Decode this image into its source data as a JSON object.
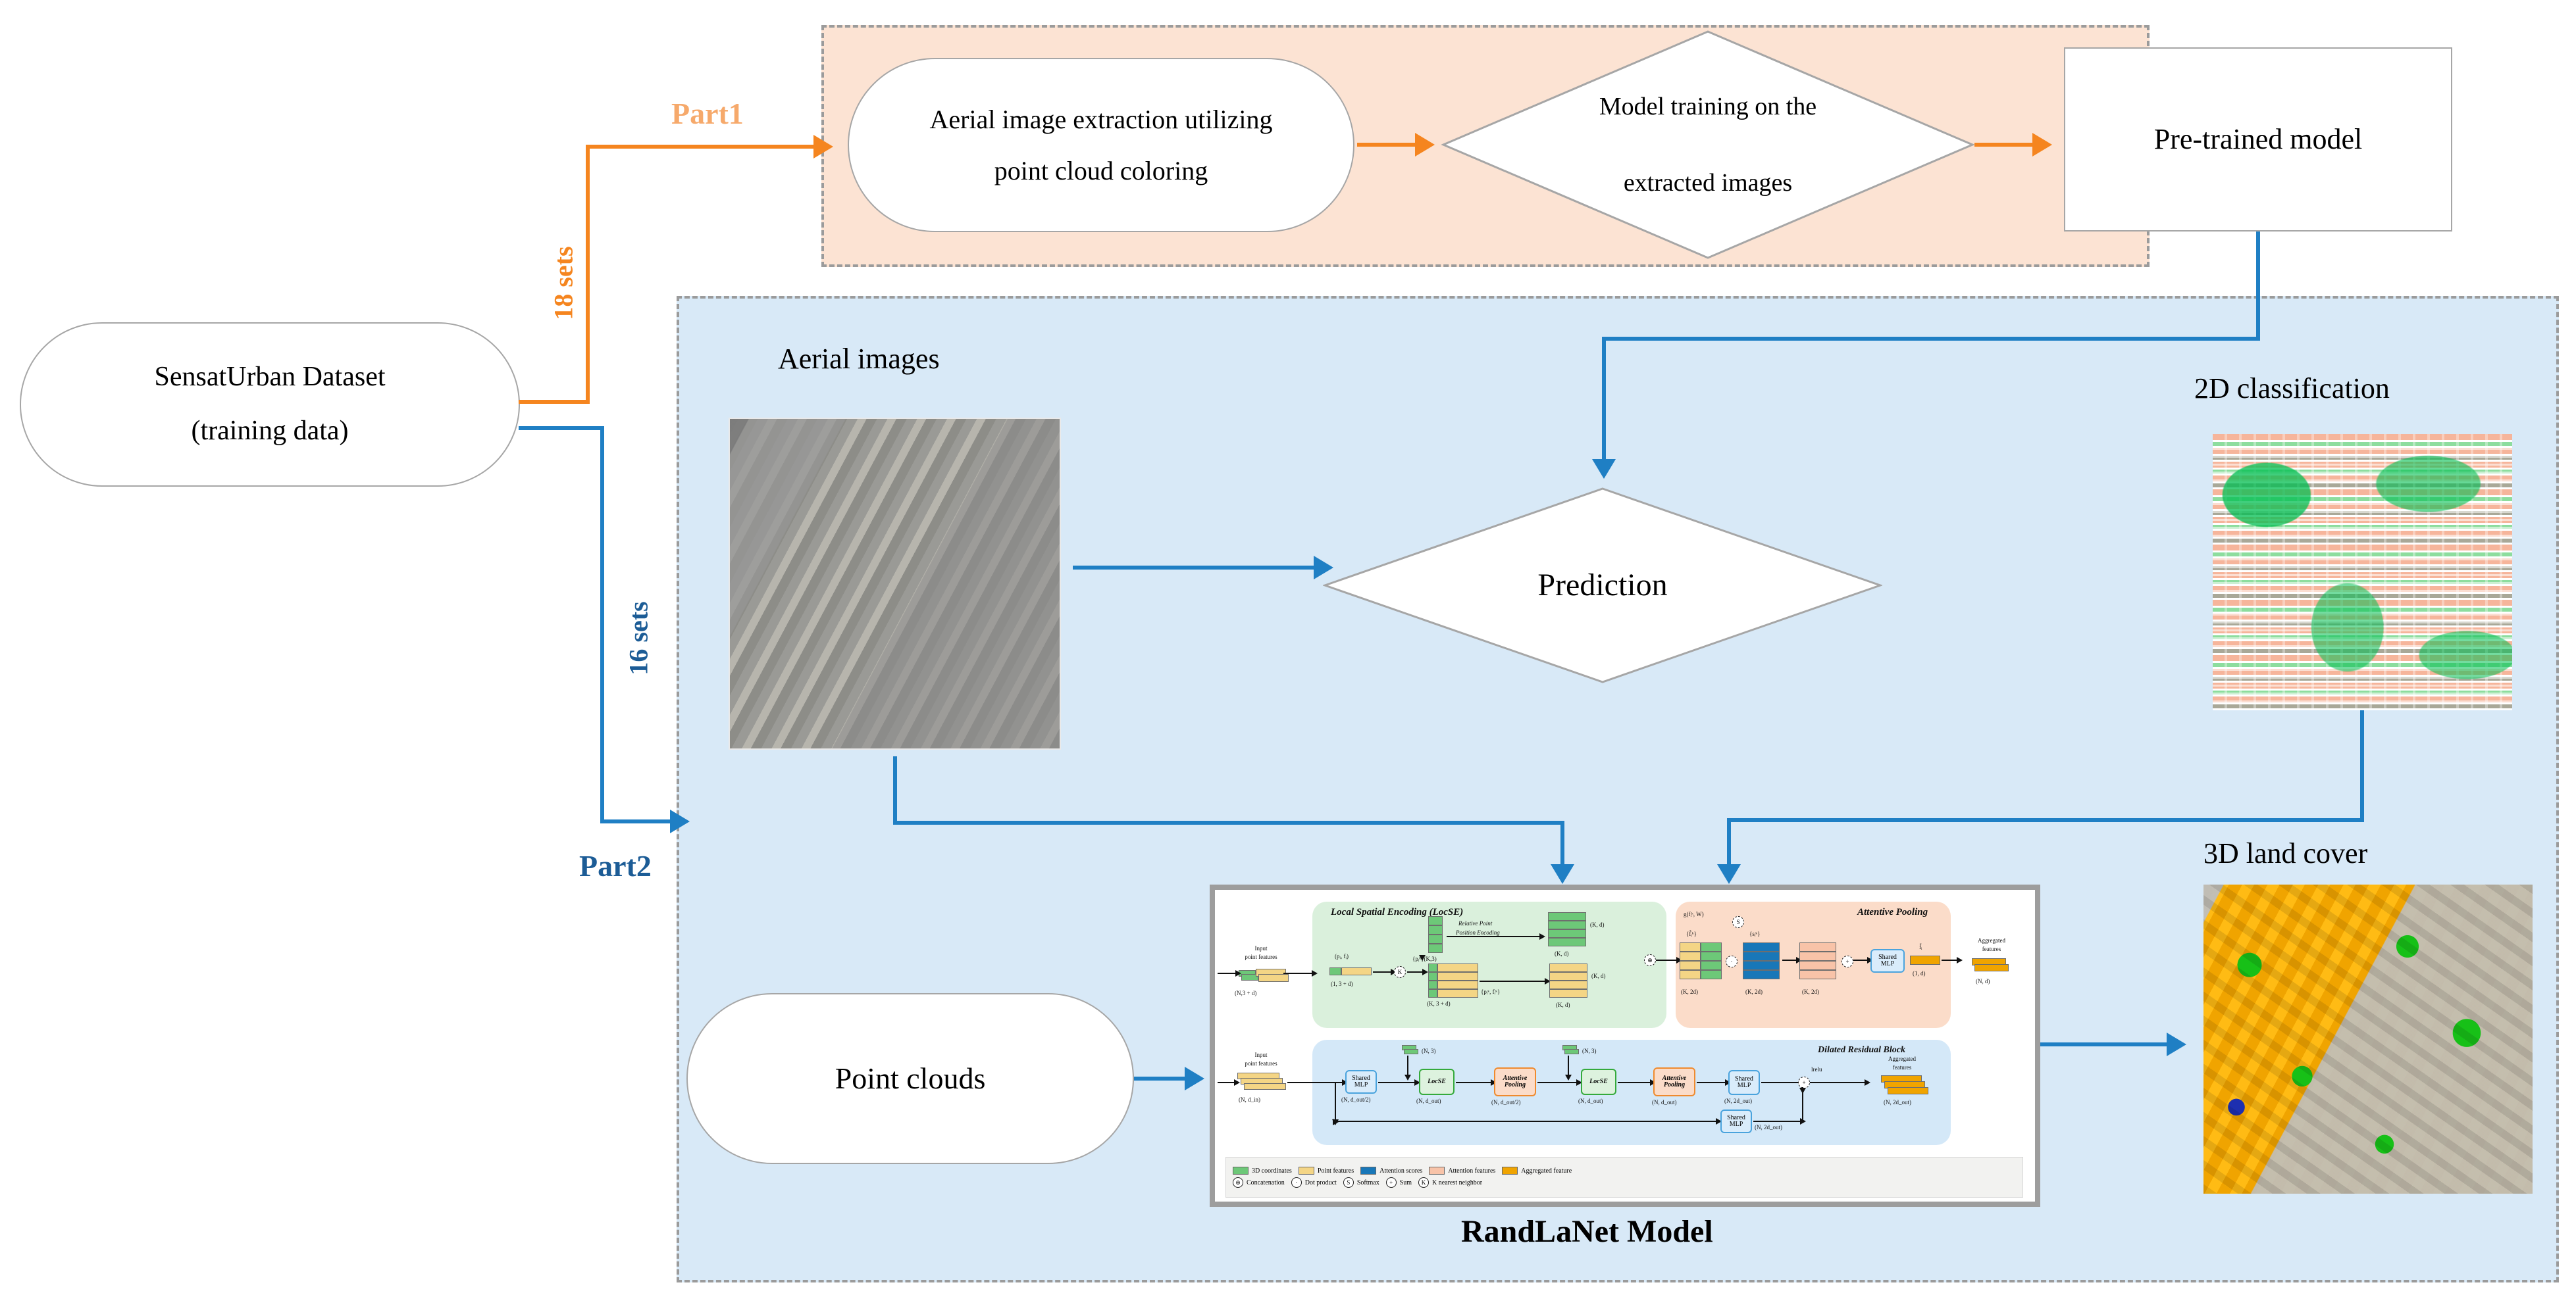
{
  "regions": {
    "part1": {
      "label": "Part1",
      "branch_label": "18 sets"
    },
    "part2": {
      "label": "Part2",
      "branch_label": "16 sets",
      "footer_title": "RandLaNet Model"
    }
  },
  "nodes": {
    "dataset": {
      "line1": "SensatUrban Dataset",
      "line2": "(training data)"
    },
    "extraction": {
      "line1": "Aerial image extraction utilizing",
      "line2": "point cloud coloring"
    },
    "training": {
      "line1": "Model training on the",
      "line2": "extracted images"
    },
    "pretrained": {
      "label": "Pre-trained model"
    },
    "prediction": {
      "label": "Prediction"
    },
    "pointclouds": {
      "label": "Point clouds"
    }
  },
  "media": {
    "aerial_images_title": "Aerial images",
    "classification_title": "2D classification",
    "landcover_title": "3D land cover"
  },
  "randlanet": {
    "locse_title": "Local Spatial Encoding (LocSE)",
    "attentive_title": "Attentive Pooling",
    "drb_title": "Dilated Residual Block",
    "input_label_line1": "Input",
    "input_label_line2": "point features",
    "aggregated_label_line1": "Aggregated",
    "aggregated_label_line2": "features",
    "relative_point_line1": "Relative Point",
    "relative_point_line2": "Position Encoding",
    "shared_mlp": "Shared\nMLP",
    "locse_box": "LocSE",
    "attentive_box": "Attentive\nPooling",
    "dims": {
      "input_top": "(N,3 + d)",
      "point_pair": "(pᵢ, fᵢ)",
      "tuple_1_3d": "(1, 3 + d)",
      "k3": "{pᵢᵏ}(K,3)",
      "k3d": "(K, 3 + d)",
      "kd_right": "(K, d)",
      "k_d_top": "(K, d)",
      "pk_fk": "{pᵢᵏ, fᵢᵏ}",
      "k2d_a": "(K, 2d)",
      "k2d_b": "(K, 2d)",
      "k2d_c": "(K, 2d)",
      "one_d": "(1, d)",
      "n_d": "(N, d)",
      "g_fk_w": "g(fᵢᵏ, W)",
      "fk_hat": "{f̂ᵢᵏ}",
      "sk": "{sᵢᵏ}",
      "f_tilde": "f̃ᵢ",
      "input_bottom": "(N, d_in)",
      "mlp1": "(N, d_out/2)",
      "locse1": "(N, d_out)",
      "ap1": "(N, d_out/2)",
      "n3_a": "(N, 3)",
      "n3_b": "(N, 3)",
      "locse2": "(N, d_out)",
      "ap2": "(N, d_out)",
      "mlp2": "(N, 2d_out)",
      "mlp_skip": "(N, 2d_out)",
      "agg_out": "(N, 2d_out)",
      "lrelu": "lrelu"
    },
    "legend": {
      "swatches": [
        {
          "name": "3D coordinates",
          "color": "#6dc878"
        },
        {
          "name": "Point features",
          "color": "#f4d585"
        },
        {
          "name": "Attention scores",
          "color": "#1877b8"
        },
        {
          "name": "Attention features",
          "color": "#f8c3a8"
        },
        {
          "name": "Aggregated feature",
          "color": "#f0a400"
        }
      ],
      "ops": [
        {
          "name": "Concatenation",
          "glyph": "⊕"
        },
        {
          "name": "Dot product",
          "glyph": "·"
        },
        {
          "name": "Softmax",
          "glyph": "S"
        },
        {
          "name": "Sum",
          "glyph": "+"
        },
        {
          "name": "K nearest neighbor",
          "glyph": "K"
        }
      ]
    }
  },
  "colors": {
    "part1_fill": "#fce3d3",
    "part2_fill": "#d8e9f7",
    "orange": "#f5851f",
    "blue": "#1f7fc4",
    "dashed_border": "#9b9b9b"
  }
}
